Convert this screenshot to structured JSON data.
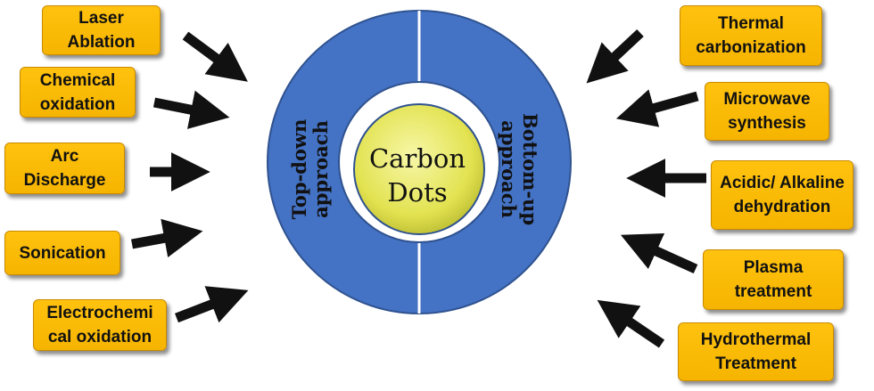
{
  "center": {
    "line1": "Carbon",
    "line2": "Dots"
  },
  "approaches": {
    "left": {
      "line1": "Top-down",
      "line2": "approach"
    },
    "right": {
      "line1": "Bottom-up",
      "line2": "approach"
    }
  },
  "left_methods": [
    {
      "line1": "Laser",
      "line2": "Ablation"
    },
    {
      "line1": "Chemical",
      "line2": "oxidation"
    },
    {
      "line1": "Arc",
      "line2": "Discharge"
    },
    {
      "line1": "Sonication",
      "line2": ""
    },
    {
      "line1": "Electrochemi",
      "line2": "cal oxidation"
    }
  ],
  "right_methods": [
    {
      "line1": "Thermal",
      "line2": "carbonization"
    },
    {
      "line1": "Microwave",
      "line2": "synthesis"
    },
    {
      "line1": "Acidic/ Alkaline",
      "line2": "dehydration"
    },
    {
      "line1": "Plasma",
      "line2": "treatment"
    },
    {
      "line1": "Hydrothermal",
      "line2": "Treatment"
    }
  ],
  "colors": {
    "ring": "#4472c4",
    "ring_edge": "#2f528f",
    "center_fill": "#e6e65a",
    "box_fill": "#ffc20e",
    "arrow": "#111111"
  }
}
